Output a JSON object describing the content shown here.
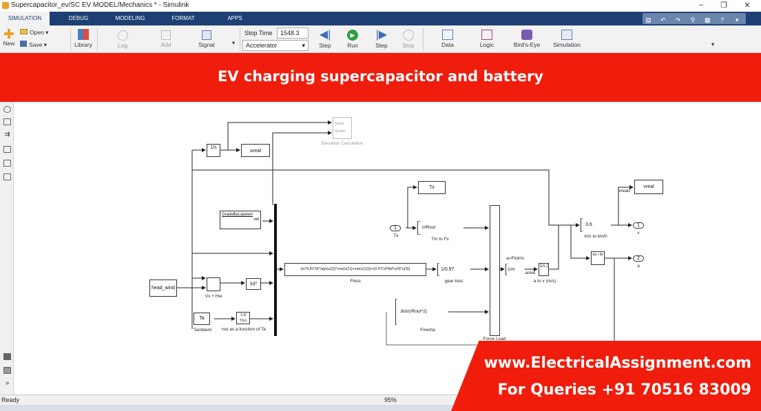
{
  "window": {
    "title": "Supercapacitor_ev/SC EV MODEL/Mechanics * - Simulink",
    "minimize": "–",
    "restore": "❐",
    "close": "✕"
  },
  "tabs": [
    "SIMULATION",
    "DEBUG",
    "MODELING",
    "FORMAT",
    "APPS"
  ],
  "toolstrip": {
    "new": "New",
    "open": "Open",
    "save": "Save",
    "library": "Library",
    "log": "Log",
    "add": "Add",
    "signal": "Signal",
    "stop_time_label": "Stop Time",
    "stop_time_value": "1548.3",
    "mode": "Accelerator",
    "step_back": "Step",
    "run": "Run",
    "step_forward": "Step",
    "stop": "Stop",
    "data": "Data",
    "logic": "Logic",
    "birds_eye": "Bird's-Eye",
    "simulation": "Simulation"
  },
  "banner": {
    "title": "EV charging supercapacitor and battery"
  },
  "diagram": {
    "integrator_sym": "1/s",
    "sreal": "sreal",
    "elev_in1": "Sreal",
    "elev_in2": "Grade",
    "elev_calc": "Elevation Calculation",
    "grade_block": "GradeByLajunen",
    "grade_port": "vel",
    "head_wind": "head_wind",
    "sum_label": "Vv + Hw",
    "abs_sq": "|u|²",
    "ta": "Ta",
    "tambient": "Tambient",
    "roo_block": "1-D T(u)",
    "roo_label": "roo as a function of Ta",
    "tx_port_num": "1",
    "tx_port_name": "Tx",
    "tx_goto": "Tx",
    "i_rout": "i/rRout",
    "tm_to_fx": "Tm to Fx",
    "floss_expr": "(m*9.81*(fr*sgn(u(2))*cos(u(1))+sin(u(1))))+(0.5*Cd*Ad*u(4)*u(3))",
    "floss": "Floss",
    "gear": "1/0.97",
    "gear_loss": "gear loss",
    "jtot": "Jtot/(rRout^2)",
    "finertia": "Finertia",
    "force_load": "Force Load",
    "a_fm": "a=Ftot/m",
    "one_over_m": "1/m",
    "areal": "areal",
    "int2": "1/s ∫",
    "a_to_v": "a to v (m/s)",
    "kmh_gain": "3.6",
    "ms_to_kmh": "m/s to km/h",
    "vreal_goto": "vreal",
    "vreal_tag": "vrealz",
    "v_out_num": "1",
    "v_out": "v",
    "deriv": "Δu / Δt",
    "a_out_num": "2",
    "a_out": "a",
    "plus": "+",
    "minus": "−"
  },
  "status": {
    "ready": "Ready",
    "zoom": "95%"
  },
  "promo": {
    "website": "www.ElectricalAssignment.com",
    "queries": "For Queries +91 70516 83009"
  }
}
